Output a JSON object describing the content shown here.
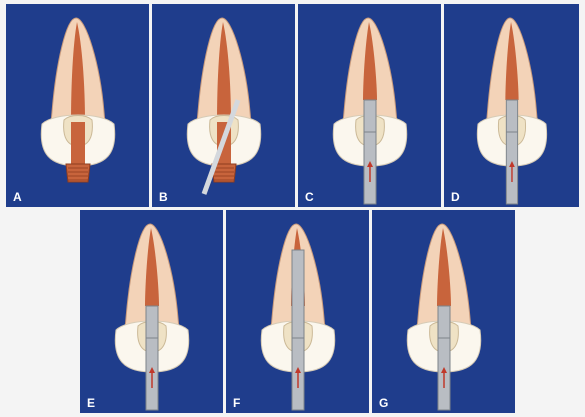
{
  "figure": {
    "panels": [
      {
        "label": "A",
        "root_fill": "obturator-partial",
        "post": "none"
      },
      {
        "label": "B",
        "root_fill": "obturator-with-file",
        "post": "none"
      },
      {
        "label": "C",
        "root_fill": "partial-with-post",
        "post": "short"
      },
      {
        "label": "D",
        "root_fill": "partial-with-post",
        "post": "short"
      },
      {
        "label": "E",
        "root_fill": "partial-with-post",
        "post": "short"
      },
      {
        "label": "F",
        "root_fill": "partial-with-post",
        "post": "long"
      },
      {
        "label": "G",
        "root_fill": "partial-with-post",
        "post": "short"
      }
    ],
    "colors": {
      "panel_background": "#1f3d8c",
      "page_background": "#f4f4f4",
      "tooth": "#f3d3b8",
      "tooth_edge": "#c89a7c",
      "canal": "#c8643c",
      "gum": "#fbf7ee",
      "post": "#b9bdc3",
      "arrow": "#c0392b",
      "label": "#ffffff"
    }
  }
}
